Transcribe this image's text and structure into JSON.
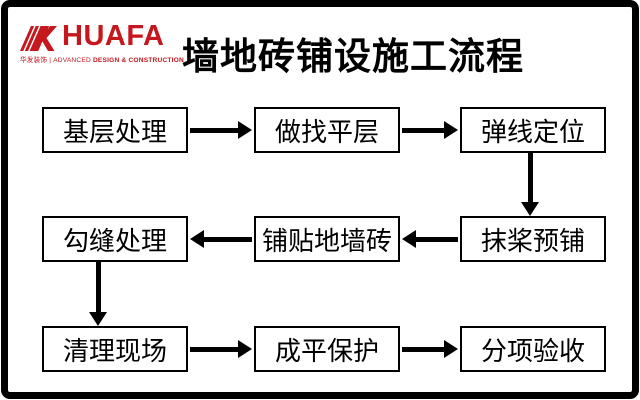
{
  "slide": {
    "logo": {
      "brand": "HUAFA",
      "tagline_left": "华发装饰 | ADVANCED ",
      "tagline_bold": "DESIGN & CONSTRUCTION"
    },
    "title": "墙地砖铺设施工流程"
  },
  "flowchart": {
    "rows": [
      {
        "cells": [
          "基层处理",
          "做找平层",
          "弹线定位"
        ],
        "arrow_direction": "right"
      },
      {
        "cells": [
          "勾缝处理",
          "铺贴地墙砖",
          "抹桨预铺"
        ],
        "arrow_direction": "left"
      },
      {
        "cells": [
          "清理现场",
          "成平保护",
          "分项验收"
        ],
        "arrow_direction": "right"
      }
    ],
    "connectors": [
      "基层处理→做找平层",
      "做找平层→弹线定位",
      "弹线定位→抹桨预铺",
      "抹桨预铺→铺贴地墙砖",
      "铺贴地墙砖→勾缝处理",
      "勾缝处理→清理现场",
      "清理现场→成平保护",
      "成平保护→分项验收"
    ]
  },
  "colors": {
    "brand_red": "#C5171D",
    "line_black": "#000000",
    "background": "#FFFFFF"
  }
}
